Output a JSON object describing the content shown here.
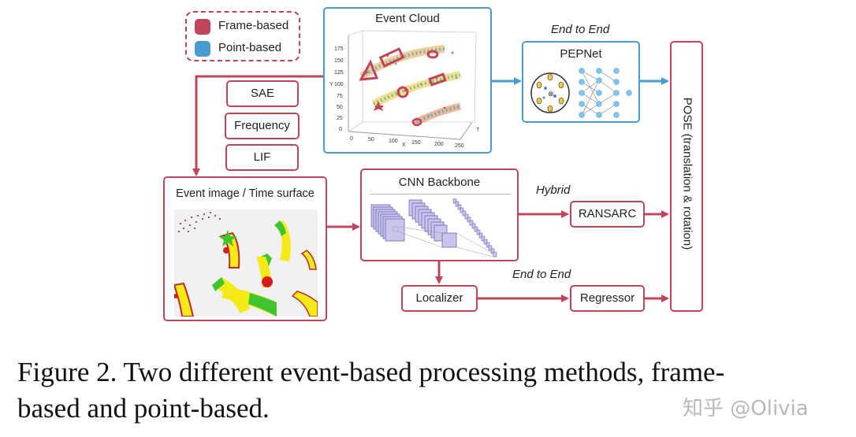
{
  "legend": {
    "frame_label": "Frame-based",
    "point_label": "Point-based",
    "frame_color": "#c0455a",
    "point_color": "#4a9bd0"
  },
  "event_cloud": {
    "title": "Event Cloud",
    "y_ticks": [
      "175",
      "150",
      "125",
      "100",
      "75",
      "50",
      "25",
      "0"
    ],
    "x_ticks": [
      "0",
      "50",
      "100",
      "150",
      "200",
      "250"
    ],
    "y_axis": "Y",
    "x_axis": "X",
    "t_axis": "T"
  },
  "representations": [
    "SAE",
    "Frequency",
    "LIF"
  ],
  "pepnet": {
    "header": "End to End",
    "title": "PEPNet"
  },
  "pose": {
    "label": "POSE (translation & rotation)"
  },
  "event_image": {
    "title": "Event image / Time surface"
  },
  "cnn": {
    "title": "CNN Backbone"
  },
  "hybrid": {
    "header": "Hybrid",
    "box": "RANSARC"
  },
  "e2e2": {
    "header": "End to End"
  },
  "localizer": {
    "label": "Localizer"
  },
  "regressor": {
    "label": "Regressor"
  },
  "caption": {
    "line1": "Figure 2.  Two different event-based processing methods, frame-",
    "line2": "based and point-based."
  },
  "watermark": "知乎 @Olivia"
}
